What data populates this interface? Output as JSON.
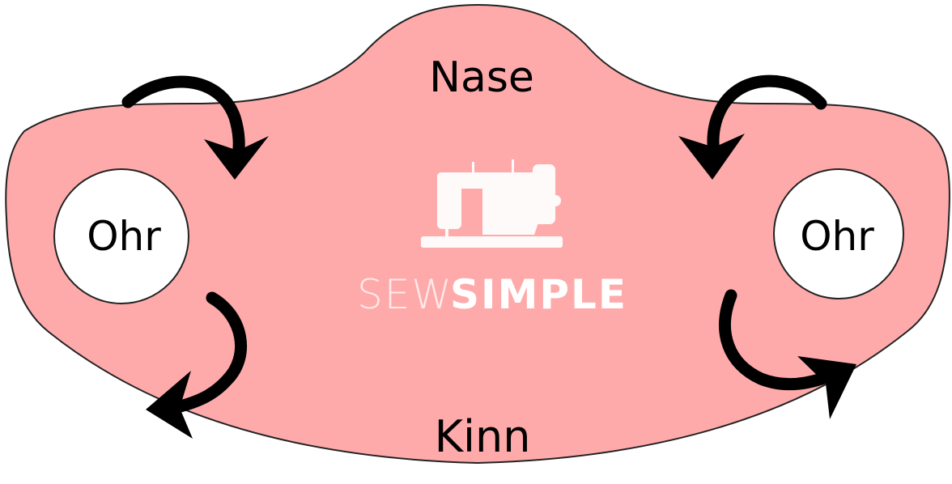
{
  "colors": {
    "mask_fill": "#ffaaaa",
    "mask_stroke": "#222222",
    "ear_fill": "#ffffff",
    "arrow": "#000000",
    "logo": "#ffffff"
  },
  "labels": {
    "nose": "Nase",
    "chin": "Kinn",
    "ear_left": "Ohr",
    "ear_right": "Ohr"
  },
  "logo": {
    "icon": "sewing-machine-icon",
    "text_light": "SEW",
    "text_bold": "SIMPLE"
  },
  "arrows": [
    {
      "name": "arrow-top-left-icon"
    },
    {
      "name": "arrow-top-right-icon"
    },
    {
      "name": "arrow-bottom-left-icon"
    },
    {
      "name": "arrow-bottom-right-icon"
    }
  ]
}
